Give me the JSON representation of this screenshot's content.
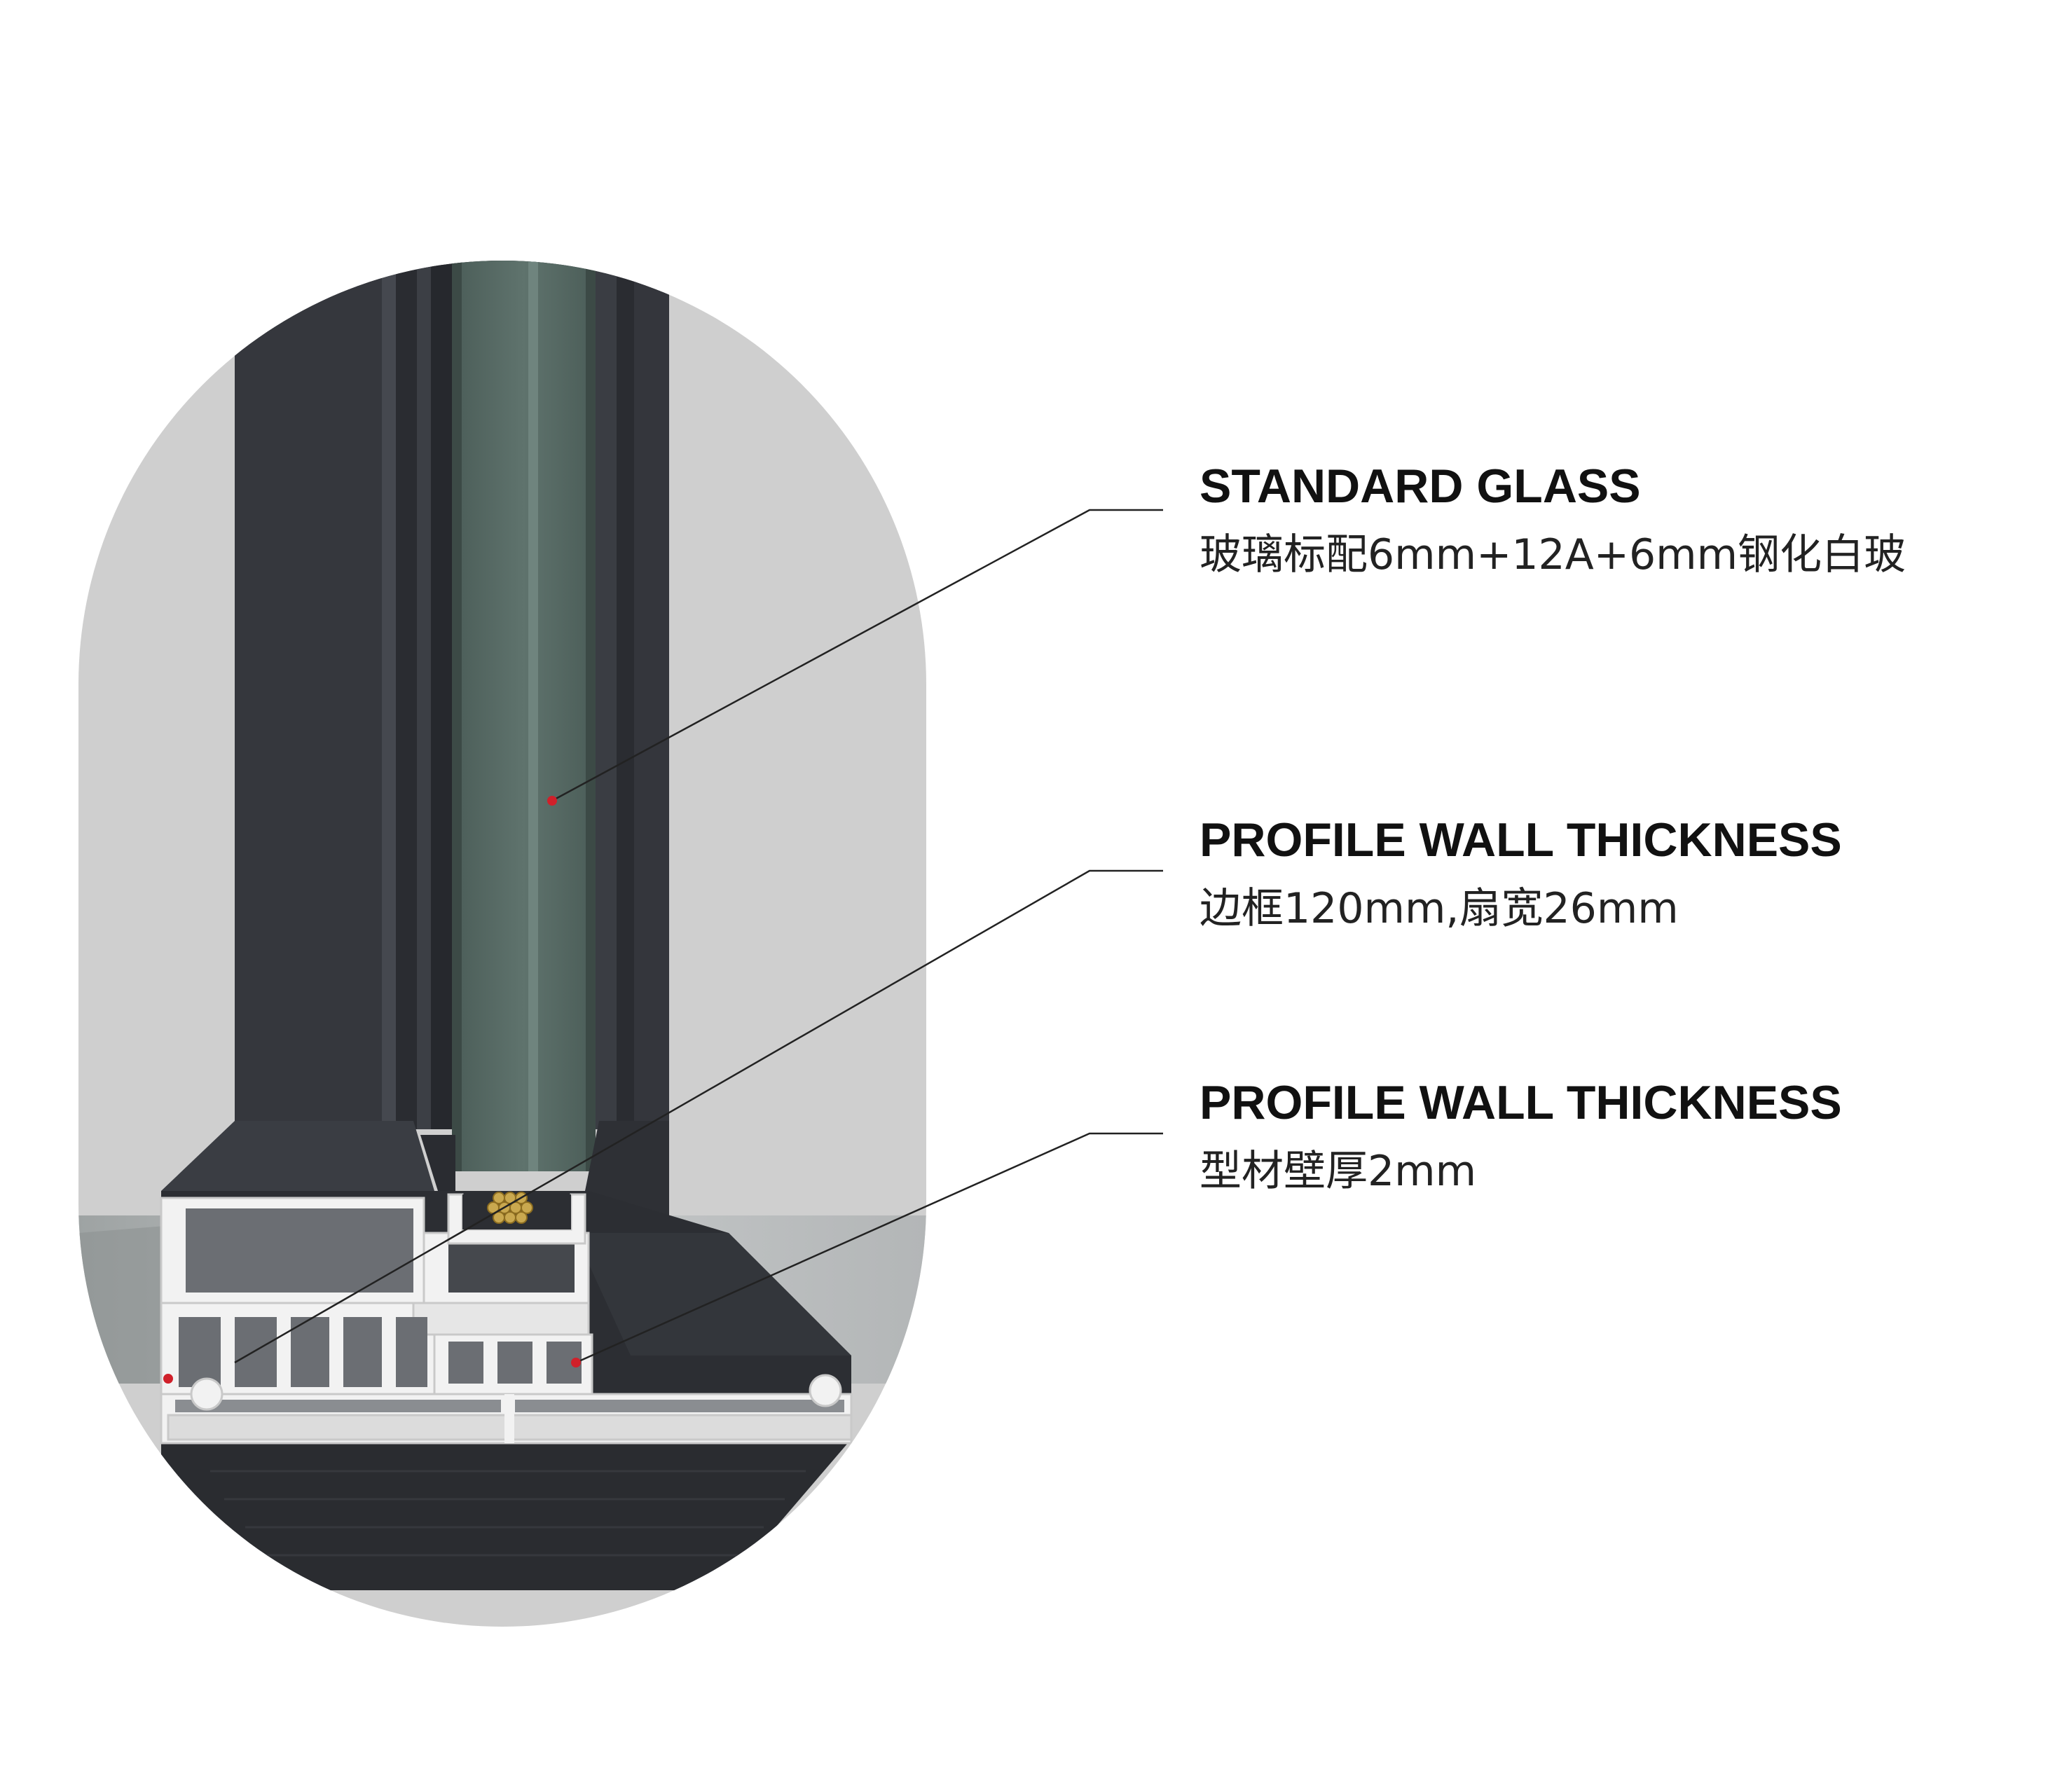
{
  "callouts": [
    {
      "title": "STANDARD GLASS",
      "subtitle": "玻璃标配6mm+12A+6mm钢化白玻"
    },
    {
      "title": "PROFILE WALL THICKNESS",
      "subtitle": "边框120mm,扇宽26mm"
    },
    {
      "title": "PROFILE WALL THICKNESS",
      "subtitle": "型材壁厚2mm"
    }
  ],
  "colors": {
    "background": "#ffffff",
    "capsule": "#cfcfcf",
    "frame": "#2c2e33",
    "glass": "#556863",
    "section_cut": "#f2f2f2",
    "marker": "#d0202a",
    "leader_line": "#222222"
  },
  "icons": [
    "window-profile-cross-section"
  ]
}
